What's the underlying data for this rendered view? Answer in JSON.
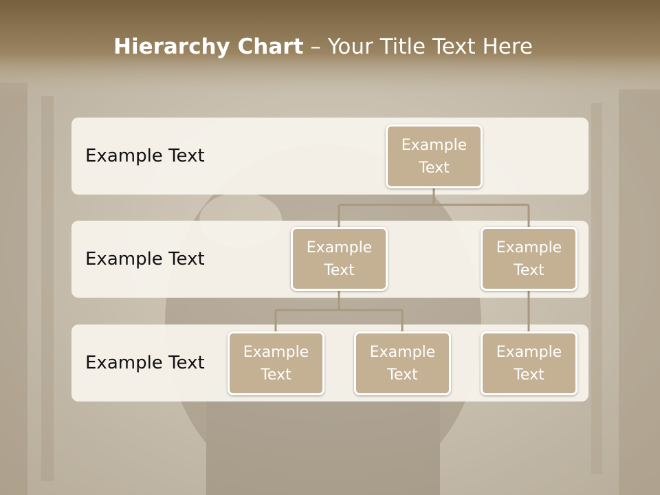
{
  "title": {
    "bold": "Hierarchy Chart",
    "rest": " – Your Title Text Here"
  },
  "bands": [
    {
      "label": "Example Text"
    },
    {
      "label": "Example Text"
    },
    {
      "label": "Example Text"
    }
  ],
  "nodes": {
    "root": "Example\nText",
    "level2_left": "Example\nText",
    "level2_right": "Example\nText",
    "level3_left": "Example\nText",
    "level3_middle": "Example\nText",
    "level3_right": "Example\nText"
  },
  "colors": {
    "node_fill": "#c4b193",
    "connector": "#a8997e",
    "header": "#7a6443"
  }
}
